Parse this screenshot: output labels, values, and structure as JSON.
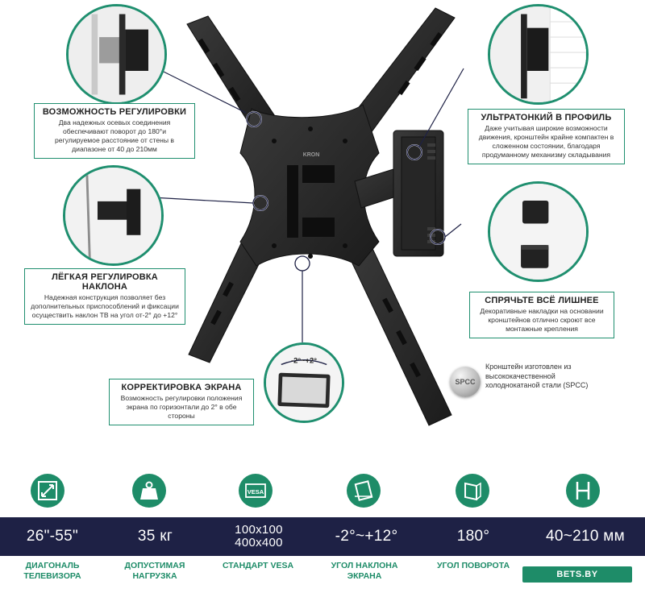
{
  "captions": {
    "adjust": {
      "title": "ВОЗМОЖНОСТЬ РЕГУЛИРОВКИ",
      "text": "Два надежных осевых соединения обеспечивают поворот  до 180°и регулируемое расстояние от стены в диапазоне от 40 до 210мм"
    },
    "slim": {
      "title": "УЛЬТРАТОНКИЙ В ПРОФИЛЬ",
      "text": "Даже учитывая широкие возможности движения, кронштейн крайне компактен в сложенном состоянии, благодаря продуманному механизму складывания"
    },
    "tilt": {
      "title": "ЛЁГКАЯ РЕГУЛИРОВКА НАКЛОНА",
      "text": "Надежная конструкция позволяет без дополнительных приспособлений и фиксации осуществить наклон ТВ на угол от-2° до +12°"
    },
    "hide": {
      "title": "СПРЯЧЬТЕ ВСЁ ЛИШНЕЕ",
      "text": "Декоративные накладки на основании кронштейнов отлично скроют все монтажные крепления"
    },
    "screen": {
      "title": "КОРРЕКТИРОВКА ЭКРАНА",
      "text": "Возможность регулировки положения экрана по горизонтали до 2° в обе стороны"
    }
  },
  "screen_angle_label": "-2°~+2°",
  "brand_logo": "KRON",
  "spcc": {
    "badge": "SPCC",
    "text": "Кронштейн изготовлен из высококачественной холоднокатаной  стали (SPCC)"
  },
  "specs": [
    {
      "icon": "diagonal-icon",
      "value": "26\"-55\"",
      "label": "ДИАГОНАЛЬ ТЕЛЕВИЗОРА"
    },
    {
      "icon": "weight-icon",
      "value": "35 кг",
      "label": "ДОПУСТИМАЯ НАГРУЗКА"
    },
    {
      "icon": "vesa-icon",
      "icon_text": "VESA",
      "value_line1": "100x100",
      "value_line2": "400x400",
      "label": "СТАНДАРТ VESA"
    },
    {
      "icon": "tilt-icon",
      "value": "-2°~+12°",
      "label": "УГОЛ НАКЛОНА ЭКРАНА"
    },
    {
      "icon": "swivel-icon",
      "value": "180°",
      "label": "УГОЛ ПОВОРОТА"
    },
    {
      "icon": "distance-icon",
      "value": "40~210 мм",
      "label": ""
    }
  ],
  "watermark": "BETS.BY",
  "colors": {
    "accent": "#1e8c68",
    "band": "#1e2145",
    "metal": "#2b2b2b"
  }
}
